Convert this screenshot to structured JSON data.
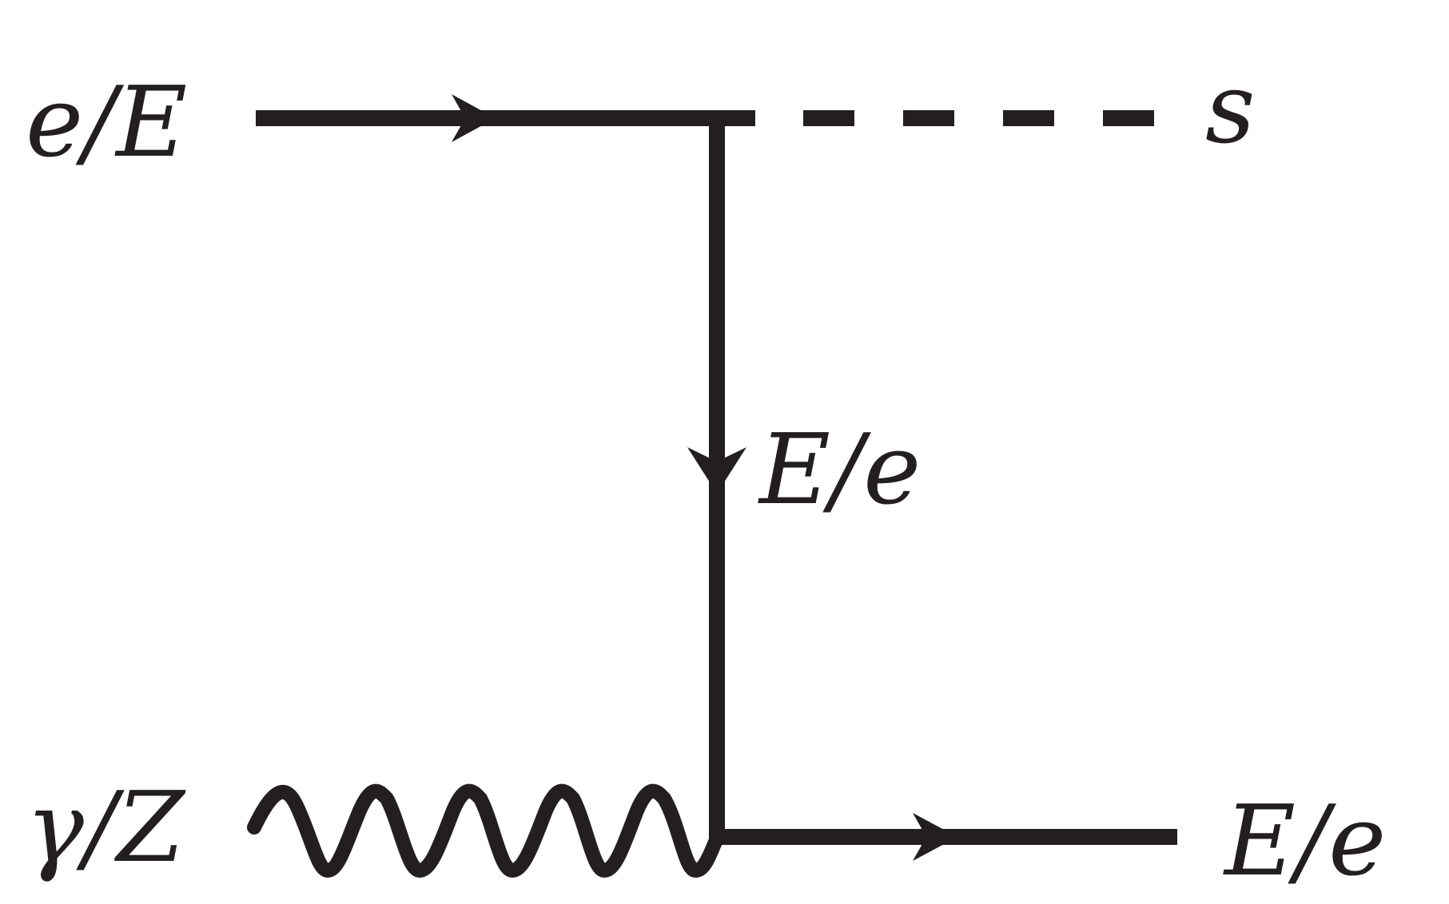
{
  "labels": {
    "incoming_fermion": "e/E",
    "scalar": "s",
    "propagator": "E/e",
    "gauge_boson": "γ/Z",
    "outgoing_fermion": "E/e"
  }
}
